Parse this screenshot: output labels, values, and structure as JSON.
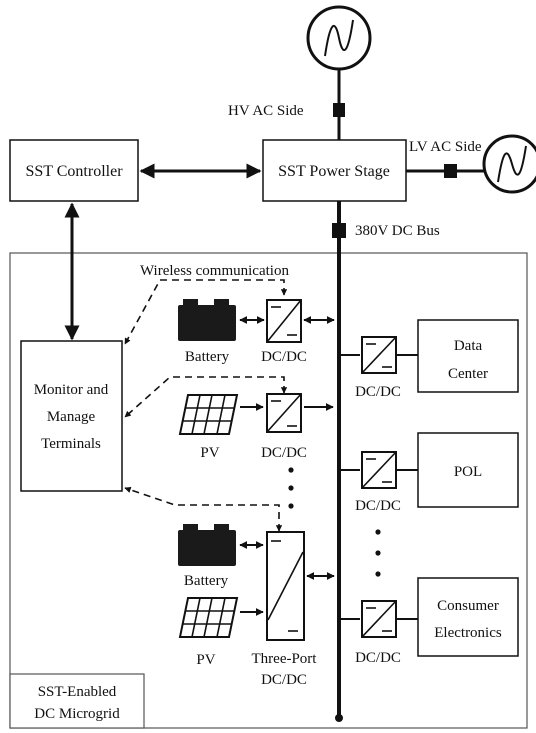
{
  "labels": {
    "hv_ac_side": "HV AC Side",
    "lv_ac_side": "LV AC Side",
    "sst_controller": "SST Controller",
    "sst_power_stage": "SST Power Stage",
    "dc_bus": "380V DC Bus",
    "wireless": "Wireless communication",
    "monitor_line1": "Monitor and",
    "monitor_line2": "Manage",
    "monitor_line3": "Terminals",
    "battery": "Battery",
    "pv": "PV",
    "dcdc": "DC/DC",
    "three_port_line1": "Three-Port",
    "three_port_line2": "DC/DC",
    "data_center_line1": "Data",
    "data_center_line2": "Center",
    "pol": "POL",
    "consumer_line1": "Consumer",
    "consumer_line2": "Electronics",
    "microgrid_line1": "SST-Enabled",
    "microgrid_line2": "DC Microgrid"
  },
  "colors": {
    "stroke": "#111111",
    "battery_fill": "#1a1a1a",
    "background": "#ffffff"
  }
}
